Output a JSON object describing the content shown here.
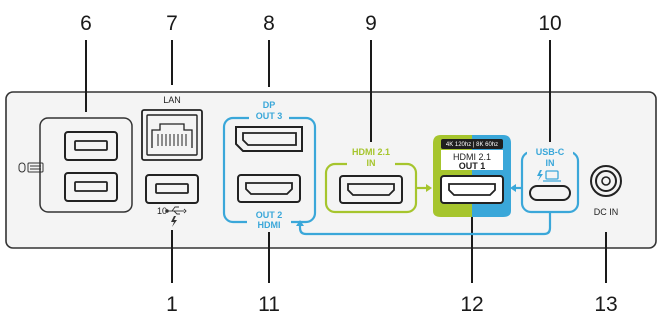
{
  "callouts": {
    "n6": "6",
    "n7": "7",
    "n8": "8",
    "n9": "9",
    "n10": "10",
    "n1": "1",
    "n11": "11",
    "n12": "12",
    "n13": "13"
  },
  "ports": {
    "lan": "LAN",
    "dp_top": "DP",
    "dp_out": "OUT 3",
    "hdmi_out2": "OUT 2",
    "hdmi_label": "HDMI",
    "hdmi_in_title": "HDMI 2.1",
    "hdmi_in_sub": "IN",
    "out1_spec": "4K 120hz | 8K 60hz",
    "out1_title": "HDMI 2.1",
    "out1_sub": "OUT 1",
    "usbc_title": "USB-C",
    "usbc_sub": "IN",
    "usb_speed": "10",
    "dc_in": "DC IN"
  },
  "colors": {
    "blue": "#3aa7d9",
    "green": "#a6c52d",
    "panel": "#f4f4f4",
    "outline": "#222222"
  }
}
